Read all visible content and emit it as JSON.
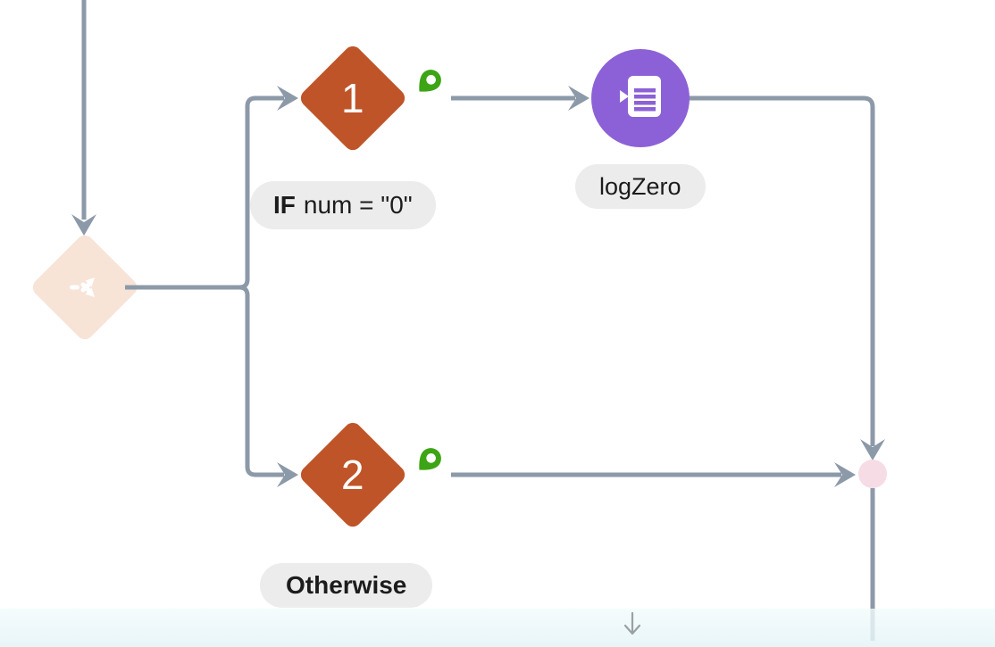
{
  "flow": {
    "connector_color": "#8C99A8",
    "root_condition": {
      "icon": "split-arrows-icon",
      "color": "#F8E3D7"
    },
    "branch1": {
      "number": "1",
      "color": "#BF5429",
      "pin_icon": "pin-icon",
      "pin_color": "#3DA415",
      "label_keyword": "IF",
      "label_condition": "num = \"0\""
    },
    "activity": {
      "label": "logZero",
      "color": "#8C61D7",
      "icon": "log-script-icon"
    },
    "branch2": {
      "number": "2",
      "color": "#BF5429",
      "pin_icon": "pin-icon",
      "pin_color": "#3DA415",
      "label": "Otherwise"
    },
    "merge": {
      "color": "#F6DCE4"
    }
  },
  "footer": {
    "scroll_icon": "down-arrow-icon"
  }
}
